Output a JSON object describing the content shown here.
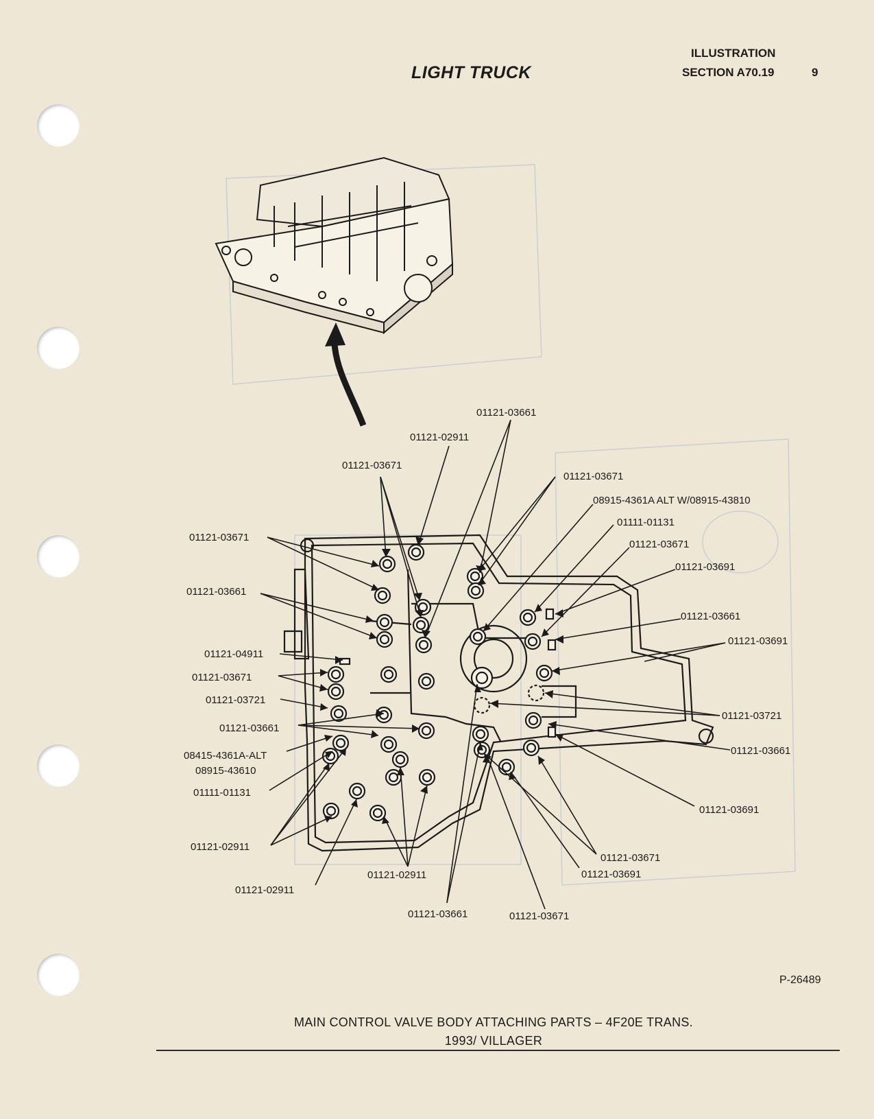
{
  "header": {
    "title": "LIGHT TRUCK",
    "illustration": "ILLUSTRATION",
    "section": "SECTION A70.19",
    "page_number": "9"
  },
  "figure_code": "P-26489",
  "caption": {
    "line1": "MAIN CONTROL VALVE BODY ATTACHING PARTS – 4F20E TRANS.",
    "line2": "1993/ VILLAGER"
  },
  "labels": [
    "01121-03661",
    "01121-02911",
    "01121-03671",
    "01121-03671",
    "08915-4361A ALT W/08915-43810",
    "01111-01131",
    "01121-03671",
    "01121-03691",
    "01121-03661",
    "01121-03691",
    "01121-03721",
    "01121-03661",
    "01121-03691",
    "01121-03671",
    "01121-03691",
    "01121-03671",
    "01121-03661",
    "01121-02911",
    "01121-02911",
    "01121-02911",
    "01111-01131",
    "08415-4361A-ALT",
    "08915-43610",
    "01121-03661",
    "01121-03721",
    "01121-03671",
    "01121-04911",
    "01121-03661",
    "01121-03671"
  ]
}
